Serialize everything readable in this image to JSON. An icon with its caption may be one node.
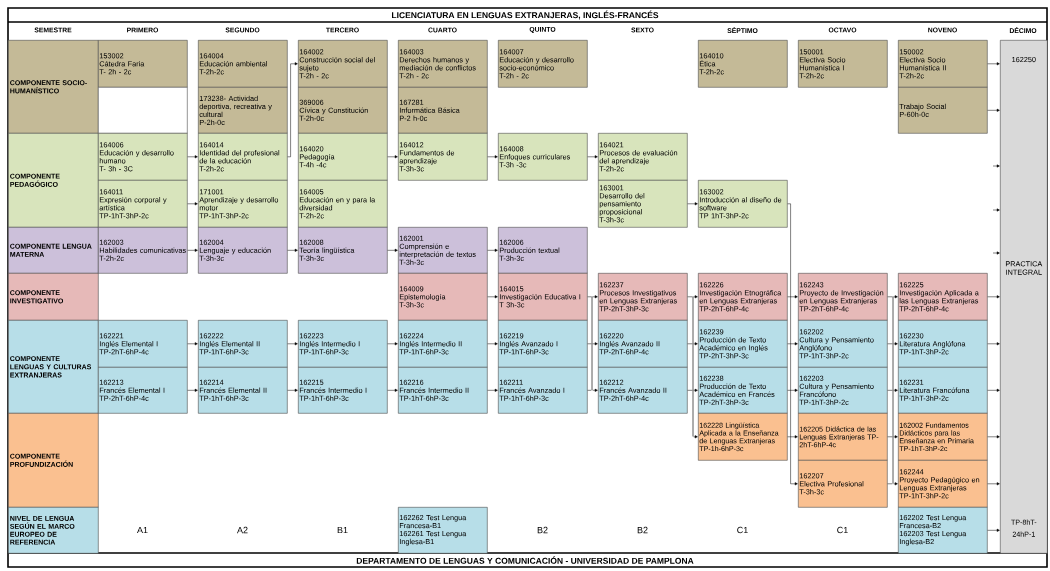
{
  "diagram": {
    "title": "LICENCIATURA EN LENGUAS EXTRANJERAS, INGLÉS-FRANCÉS",
    "caption": "DEPARTAMENTO DE LENGUAS Y COMUNICACIÓN - UNIVERSIDAD DE PAMPLONA",
    "nodes": [
      {
        "text": [
          "COMPONENTE SOCIO-HUMANÍSTICO"
        ]
      },
      {
        "text": [
          "COMPONENTE PEDAGÓGICO"
        ]
      },
      {
        "text": [
          "COMPONENTE LENGUA MATERNA"
        ]
      },
      {
        "text": [
          "COMPONENTE INVESTIGATIVO"
        ]
      },
      {
        "text": [
          "COMPONENTE LENGUAS Y CULTURAS EXTRANJERAS"
        ]
      },
      {
        "text": [
          "COMPONENTE PROFUNDIZACIÓN"
        ]
      },
      {
        "text": [
          "NIVEL DE LENGUA SEGÚN EL MARCO EUROPEO DE REFERENCIA"
        ]
      },
      {
        "text": [
          "153002",
          "Cátedra Faria",
          "T- 2h - 2c"
        ]
      },
      {
        "text": [
          "164004",
          "Educación ambiental",
          "T-2h-2c"
        ]
      },
      {
        "text": [
          "164002",
          "Construcción social del sujeto",
          "T-2h - 2c"
        ]
      },
      {
        "text": [
          "164003",
          "Derechos humanos y mediación de conflictos",
          "T-2h - 2c"
        ]
      },
      {
        "text": [
          "164007",
          "Educación y desarrollo socio-económico",
          "T-2h - 2c"
        ]
      },
      {
        "text": [
          "164010",
          "Ética",
          "T-2h-2c"
        ]
      },
      {
        "text": [
          "150001",
          "Electiva Socio Humanística I",
          "T-2h-2c"
        ]
      },
      {
        "text": [
          "150002",
          "Electiva Socio Humanística II",
          "T-2h-2c"
        ]
      },
      {
        "text": [],
        "shape": "box"
      },
      {
        "text": [
          "173238- Actividad deportiva, recreativa y cultural",
          "P-2h-0c"
        ]
      },
      {
        "text": [
          "369006",
          "Cívica y Constitución",
          "T-2h-0c"
        ]
      },
      {
        "text": [
          "167281",
          "Informática Básica",
          "P-2 h-0c"
        ]
      },
      {
        "text": [
          "Trabajo Social",
          "P-60h-0c"
        ]
      },
      {
        "text": [
          "164006",
          "Educación y desarrollo humano",
          "T- 3h - 3C"
        ]
      },
      {
        "text": [
          "164014",
          "Identidad del profesional de la educación",
          "T-2h-2c"
        ]
      },
      {
        "text": [
          "164020",
          "Pedagogía",
          "T-4h -4c"
        ]
      },
      {
        "text": [
          "164012",
          "Fundamentos de aprendizaje",
          "T-3h-3c"
        ]
      },
      {
        "text": [
          "164008",
          "Enfoques curriculares",
          "T-3h -3c"
        ]
      },
      {
        "text": [
          "164021",
          "Procesos de evaluación del aprendizaje",
          "T-2h-2c"
        ]
      },
      {
        "text": [
          "164011",
          "Expresión corporal y artística",
          "TP-1hT-3hP-2c"
        ]
      },
      {
        "text": [
          "171001",
          "Aprendizaje y desarrollo motor",
          "TP-1hT-3hP-2c"
        ]
      },
      {
        "text": [
          "164005",
          "Educación en y para la diversidad",
          "T-2h-2c"
        ]
      },
      {
        "text": [
          "163001",
          "Desarrollo del pensamiento proposicional",
          "T-3h-3c"
        ]
      },
      {
        "text": [
          "163002",
          "Introducción al diseño de software",
          "TP 1hT-3hP-2c"
        ]
      },
      {
        "text": [
          "162003",
          "Habilidades comunicativas",
          "T-2h-2c"
        ]
      },
      {
        "text": [
          "162004",
          "Lenguaje y educación",
          "T-3h-3c"
        ]
      },
      {
        "text": [
          "162008",
          "Teoría lingüística",
          "T-3h-3c"
        ]
      },
      {
        "text": [
          "162001",
          "Comprensión e interpretación de textos",
          "T-3h-3c"
        ]
      },
      {
        "text": [
          "162006",
          "Producción textual",
          "T-3h-3c"
        ]
      },
      {
        "text": [
          "164009",
          "Epistemología",
          "T-3h-3c"
        ]
      },
      {
        "text": [
          "164015",
          "Investigación Educativa I",
          "T 3h-3c"
        ]
      },
      {
        "text": [
          "162237",
          "Procesos Investigativos en Lenguas Extranjeras",
          "TP-2hT-3hP-3c"
        ]
      },
      {
        "text": [
          "162226",
          "Investigación Etnográfica en Lenguas Extranjeras",
          "TP-2hT-6hP-4c"
        ]
      },
      {
        "text": [
          "162243",
          "Proyecto de Investigación en Lenguas Extranjeras",
          "TP-2hT-6hP-4c"
        ]
      },
      {
        "text": [
          "162225",
          "Investigación Aplicada a las Lenguas Extranjeras",
          "TP-2hT-6hP-4c"
        ]
      },
      {
        "text": [
          "162221",
          "Inglés Elemental I",
          "TP-2hT-6hP-4c"
        ]
      },
      {
        "text": [
          "162222",
          "Inglés Elemental II",
          "TP-1hT-6hP-3c"
        ]
      },
      {
        "text": [
          "162223",
          "Inglés Intermedio I",
          "TP-1hT-6hP-3c"
        ]
      },
      {
        "text": [
          "162224",
          "Inglés Intermedio II",
          "TP-1hT-6hP-3c"
        ]
      },
      {
        "text": [
          "162219",
          "Inglés Avanzado I",
          "TP-1hT-6hP-3c"
        ]
      },
      {
        "text": [
          "162220",
          "Inglés Avanzado II",
          "TP-2hT-6hP-4c"
        ]
      },
      {
        "text": [
          "162239",
          "Producción de Texto Académico en Inglés",
          "TP-2hT-3hP-3c"
        ]
      },
      {
        "text": [
          "162202",
          "Cultura y Pensamiento Anglófono",
          "TP-1hT-3hP-2c"
        ]
      },
      {
        "text": [
          "162230",
          "Literatura Anglófona",
          "TP-1hT-3hP-2c"
        ]
      },
      {
        "text": [
          "162213",
          "Francés Elemental I",
          "TP-2hT-6hP-4c"
        ]
      },
      {
        "text": [
          "162214",
          "Francés Elemental II",
          "TP-1hT-6hP-3c"
        ]
      },
      {
        "text": [
          "162215",
          "Francés Intermedio I",
          "TP-1hT-6hP-3c"
        ]
      },
      {
        "text": [
          "162216",
          "Francés Intermedio II",
          "TP-1hT-6hP-3c"
        ]
      },
      {
        "text": [
          "162211",
          "Francés Avanzado I",
          "TP-1hT-6hP-3c"
        ]
      },
      {
        "text": [
          "162212",
          "Francés Avanzado II",
          "TP-2hT-6hP-4c"
        ]
      },
      {
        "text": [
          "162238",
          "Producción de Texto Académico en Francés",
          "TP-2hT-3hP-3c"
        ]
      },
      {
        "text": [
          "162203",
          "Cultura y Pensamiento Francófono",
          "TP-1hT-3hP-2c"
        ]
      },
      {
        "text": [
          "162231",
          "Literatura Francófona",
          "TP-1hT-3hP-2c"
        ]
      },
      {
        "text": [
          "162228 Lingüística Aplicada a la Enseñanza de Lenguas Extranjeras TP-1h-6hP-3c"
        ]
      },
      {
        "text": [
          "162205 Didáctica de las Lenguas Extranjeras TP-2hT-6hP-4c"
        ]
      },
      {
        "text": [
          "162002 Fundamentos Didácticos para las Enseñanza en Primaria TP-1hT-3hP-2c"
        ]
      },
      {
        "text": [
          "162207",
          "Electiva Profesional",
          "T-3h-3c"
        ]
      },
      {
        "text": [
          "162244",
          "Proyecto Pedagógico en Lenguas Extranjeras",
          "TP-1hT-3hP-2c"
        ]
      },
      {
        "text": [
          "162262 Test Lengua Francesa-B1",
          "162261 Test Lengua Inglesa-B1"
        ]
      },
      {
        "text": [
          "162202 Test Lengua Francesa-B2",
          "162203 Test Lengua Inglesa-B2"
        ]
      },
      {
        "text": [
          "162250",
          "PRACTICA INTEGRAL",
          "TP-8hT-24hP-1"
        ]
      },
      {
        "text": [],
        "shape": "bar"
      },
      {
        "text": [],
        "shape": "bar"
      },
      {
        "text": [],
        "shape": "bar"
      }
    ],
    "edges": [
      {
        "from": 21,
        "to": 9,
        "arrow": "to"
      },
      {
        "from": 20,
        "to": 21,
        "arrow": "to"
      },
      {
        "from": 26,
        "to": 27,
        "arrow": "to"
      },
      {
        "from": 22,
        "to": 23,
        "arrow": "to"
      },
      {
        "from": 23,
        "to": 24,
        "arrow": "to"
      },
      {
        "from": 24,
        "to": 25,
        "arrow": "to"
      },
      {
        "from": 29,
        "to": 30,
        "arrow": "to"
      },
      {
        "from": 30,
        "to": 63,
        "arrow": "to"
      },
      {
        "from": 31,
        "to": 32,
        "arrow": "to"
      },
      {
        "from": 32,
        "to": 33,
        "arrow": "to"
      },
      {
        "from": 33,
        "to": 34,
        "arrow": "to"
      },
      {
        "from": 34,
        "to": 35,
        "arrow": "to"
      },
      {
        "from": 36,
        "to": 37,
        "arrow": "to"
      },
      {
        "from": 37,
        "to": 68,
        "arrow": "none"
      },
      {
        "from": 46,
        "to": 68,
        "arrow": "none"
      },
      {
        "from": 55,
        "to": 68,
        "arrow": "none"
      },
      {
        "from": 68,
        "to": 38,
        "arrow": "to"
      },
      {
        "from": 68,
        "to": 47,
        "arrow": "to"
      },
      {
        "from": 68,
        "to": 56,
        "arrow": "to"
      },
      {
        "from": 38,
        "to": 69,
        "arrow": "none"
      },
      {
        "from": 47,
        "to": 69,
        "arrow": "none"
      },
      {
        "from": 56,
        "to": 69,
        "arrow": "none"
      },
      {
        "from": 69,
        "to": 39,
        "arrow": "to"
      },
      {
        "from": 69,
        "to": 48,
        "arrow": "to"
      },
      {
        "from": 69,
        "to": 57,
        "arrow": "to"
      },
      {
        "from": 69,
        "to": 60,
        "arrow": "to"
      },
      {
        "from": 39,
        "to": 40,
        "arrow": "to"
      },
      {
        "from": 48,
        "to": 49,
        "arrow": "to"
      },
      {
        "from": 57,
        "to": 58,
        "arrow": "to"
      },
      {
        "from": 60,
        "to": 61,
        "arrow": "to"
      },
      {
        "from": 40,
        "to": 70,
        "arrow": "none"
      },
      {
        "from": 49,
        "to": 70,
        "arrow": "none"
      },
      {
        "from": 58,
        "to": 70,
        "arrow": "none"
      },
      {
        "from": 61,
        "to": 70,
        "arrow": "none"
      },
      {
        "from": 63,
        "to": 70,
        "arrow": "none"
      },
      {
        "from": 70,
        "to": 41,
        "arrow": "to"
      },
      {
        "from": 70,
        "to": 50,
        "arrow": "to"
      },
      {
        "from": 70,
        "to": 59,
        "arrow": "to"
      },
      {
        "from": 70,
        "to": 62,
        "arrow": "to"
      },
      {
        "from": 70,
        "to": 64,
        "arrow": "to"
      },
      {
        "from": 42,
        "to": 43,
        "arrow": "to"
      },
      {
        "from": 43,
        "to": 44,
        "arrow": "to"
      },
      {
        "from": 44,
        "to": 45,
        "arrow": "to"
      },
      {
        "from": 45,
        "to": 46,
        "arrow": "to"
      },
      {
        "from": 51,
        "to": 52,
        "arrow": "to"
      },
      {
        "from": 52,
        "to": 53,
        "arrow": "to"
      },
      {
        "from": 53,
        "to": 54,
        "arrow": "to"
      },
      {
        "from": 54,
        "to": 55,
        "arrow": "to"
      },
      {
        "from": 14,
        "to": 67,
        "arrow": "to"
      },
      {
        "from": 19,
        "to": 67,
        "arrow": "to"
      },
      {
        "from": null,
        "to": 67,
        "arrow": "to"
      },
      {
        "from": null,
        "to": 67,
        "arrow": "to"
      },
      {
        "from": null,
        "to": 67,
        "arrow": "to"
      },
      {
        "from": 41,
        "to": 67,
        "arrow": "to"
      },
      {
        "from": 50,
        "to": 67,
        "arrow": "to"
      },
      {
        "from": 59,
        "to": 67,
        "arrow": "to"
      },
      {
        "from": 62,
        "to": 67,
        "arrow": "to"
      },
      {
        "from": 64,
        "to": 67,
        "arrow": "to"
      },
      {
        "from": 66,
        "to": 67,
        "arrow": "to"
      }
    ],
    "labels": [
      "SEMESTRE",
      "PRIMERO",
      "SEGUNDO",
      "TERCERO",
      "CUARTO",
      "QUINTO",
      "SEXTO",
      "SÉPTIMO",
      "OCTAVO",
      "NOVENO",
      "DÉCIMO",
      "A1",
      "A2",
      "B1",
      "B2",
      "B2",
      "C1",
      "C1"
    ]
  }
}
